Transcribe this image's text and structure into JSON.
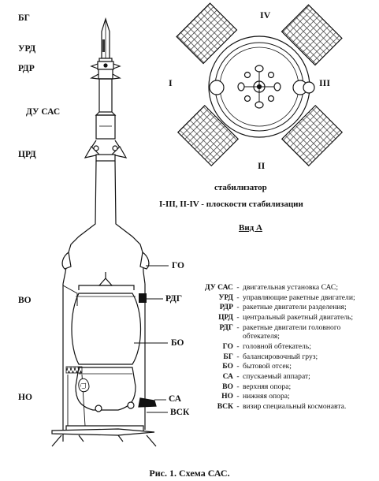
{
  "labels": {
    "bg": "БГ",
    "urd": "УРД",
    "rdr": "РДР",
    "du_sas": "ДУ САС",
    "crd": "ЦРД",
    "go": "ГО",
    "rdg": "РДГ",
    "vo": "ВО",
    "bo": "БО",
    "no": "НО",
    "sa": "СА",
    "vsk": "ВСК"
  },
  "view_a": {
    "plane_iv": "IV",
    "plane_i": "I",
    "plane_iii": "III",
    "plane_ii": "II",
    "stabilizer_caption": "стабилизатор",
    "planes_caption": "I-III, II-IV - плоскости стабилизации",
    "title": "Вид А"
  },
  "legend": [
    {
      "abbr": "ДУ САС",
      "text": "двигательная установка САС;"
    },
    {
      "abbr": "УРД",
      "text": "управляющие ракетные двигатели;"
    },
    {
      "abbr": "РДР",
      "text": "ракетные двигатели разделения;"
    },
    {
      "abbr": "ЦРД",
      "text": "центральный ракетный двигатель;"
    },
    {
      "abbr": "РДГ",
      "text": "ракетные двигатели головного обтекателя;"
    },
    {
      "abbr": "ГО",
      "text": "головной обтекатель;"
    },
    {
      "abbr": "БГ",
      "text": "балансировочный груз;"
    },
    {
      "abbr": "БО",
      "text": "бытовой отсек;"
    },
    {
      "abbr": "СА",
      "text": "спускаемый аппарат;"
    },
    {
      "abbr": "ВО",
      "text": "верхняя опора;"
    },
    {
      "abbr": "НО",
      "text": "нижняя опора;"
    },
    {
      "abbr": "ВСК",
      "text": "визир специальный космонавта."
    }
  ],
  "caption": "Рис. 1. Схема САС."
}
